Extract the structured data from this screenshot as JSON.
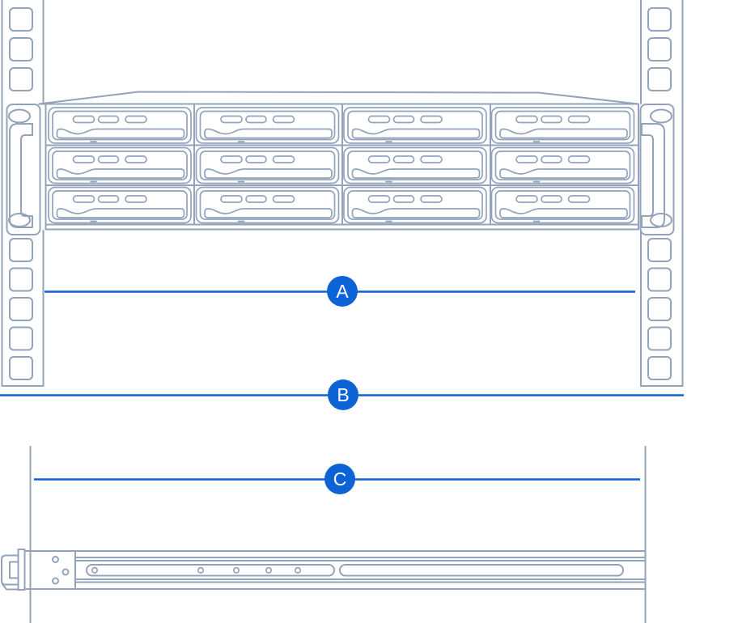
{
  "colors": {
    "outline": "#93a3bb",
    "accent": "#0b63d6",
    "badge_text": "#ffffff",
    "background": "#ffffff"
  },
  "callouts": [
    {
      "label": "A"
    },
    {
      "label": "B"
    },
    {
      "label": "C"
    }
  ],
  "nas_unit": {
    "drive_bay_rows": 3,
    "drive_bay_columns": 4,
    "drive_bay_count": 12
  },
  "rack": {
    "left_post_hole_count": 8,
    "right_post_hole_count": 8
  },
  "rail": {
    "front_plate_hole_count": 3,
    "slot_hole_count": 5,
    "slot_count": 2
  }
}
